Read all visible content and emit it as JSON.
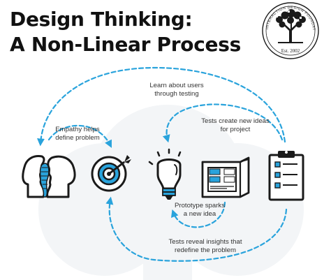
{
  "title": {
    "line1": "Design Thinking:",
    "line2": "A Non-Linear Process"
  },
  "seal": {
    "ring_text": "INTERACTION DESIGN FOUNDATION",
    "established": "Est. 2002"
  },
  "captions": {
    "learn_users": [
      "Learn about users",
      "through testing"
    ],
    "tests_ideas": [
      "Tests create new ideas",
      "for project"
    ],
    "empathy": [
      "Empathy helps",
      "define problem"
    ],
    "prototype": [
      "Prototype sparks",
      "a new idea"
    ],
    "insights": [
      "Tests reveal insights that",
      "redefine the problem"
    ]
  },
  "stages": [
    {
      "key": "empathize",
      "icon": "two-heads-icon"
    },
    {
      "key": "define",
      "icon": "target-icon"
    },
    {
      "key": "ideate",
      "icon": "lightbulb-icon"
    },
    {
      "key": "prototype",
      "icon": "blueprint-icon"
    },
    {
      "key": "test",
      "icon": "clipboard-icon"
    }
  ],
  "colors": {
    "accent": "#29a3dc",
    "ink": "#1a1a1a",
    "text": "#333333",
    "background": "#ffffff",
    "watermark": "#f2f4f6"
  }
}
